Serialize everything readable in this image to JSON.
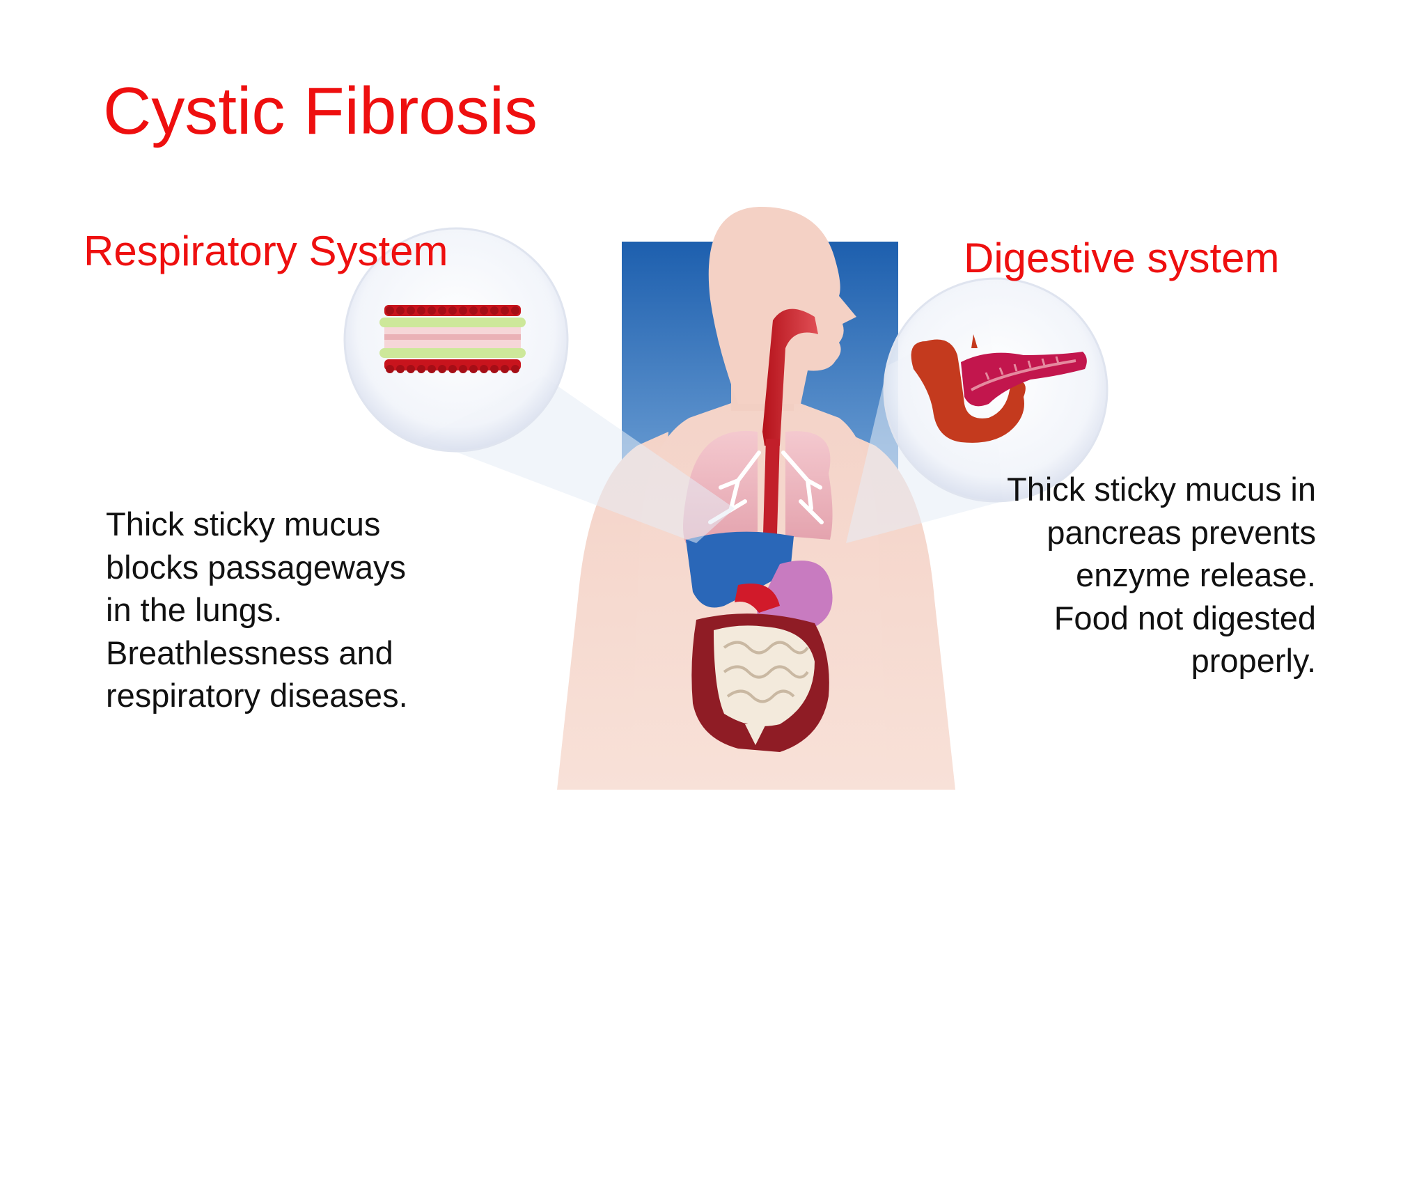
{
  "slide": {
    "title": "Cystic Fibrosis",
    "respiratory": {
      "heading": "Respiratory System",
      "lines": [
        "Thick sticky mucus",
        "blocks passageways",
        "in the lungs.",
        "Breathlessness and",
        "respiratory diseases."
      ]
    },
    "digestive": {
      "heading": "Digestive system",
      "lines": [
        "Thick sticky mucus in",
        "pancreas prevents",
        "enzyme release.",
        "Food not digested",
        "properly."
      ]
    }
  },
  "colors": {
    "heading_red": "#ee0f0f",
    "body_text": "#111111",
    "background_blue": "#2f74bf",
    "skin": "#f6d6cc"
  },
  "icons": {
    "body": "human-torso-icon",
    "airway": "airway-mucus-icon",
    "pancreas": "pancreas-icon"
  }
}
